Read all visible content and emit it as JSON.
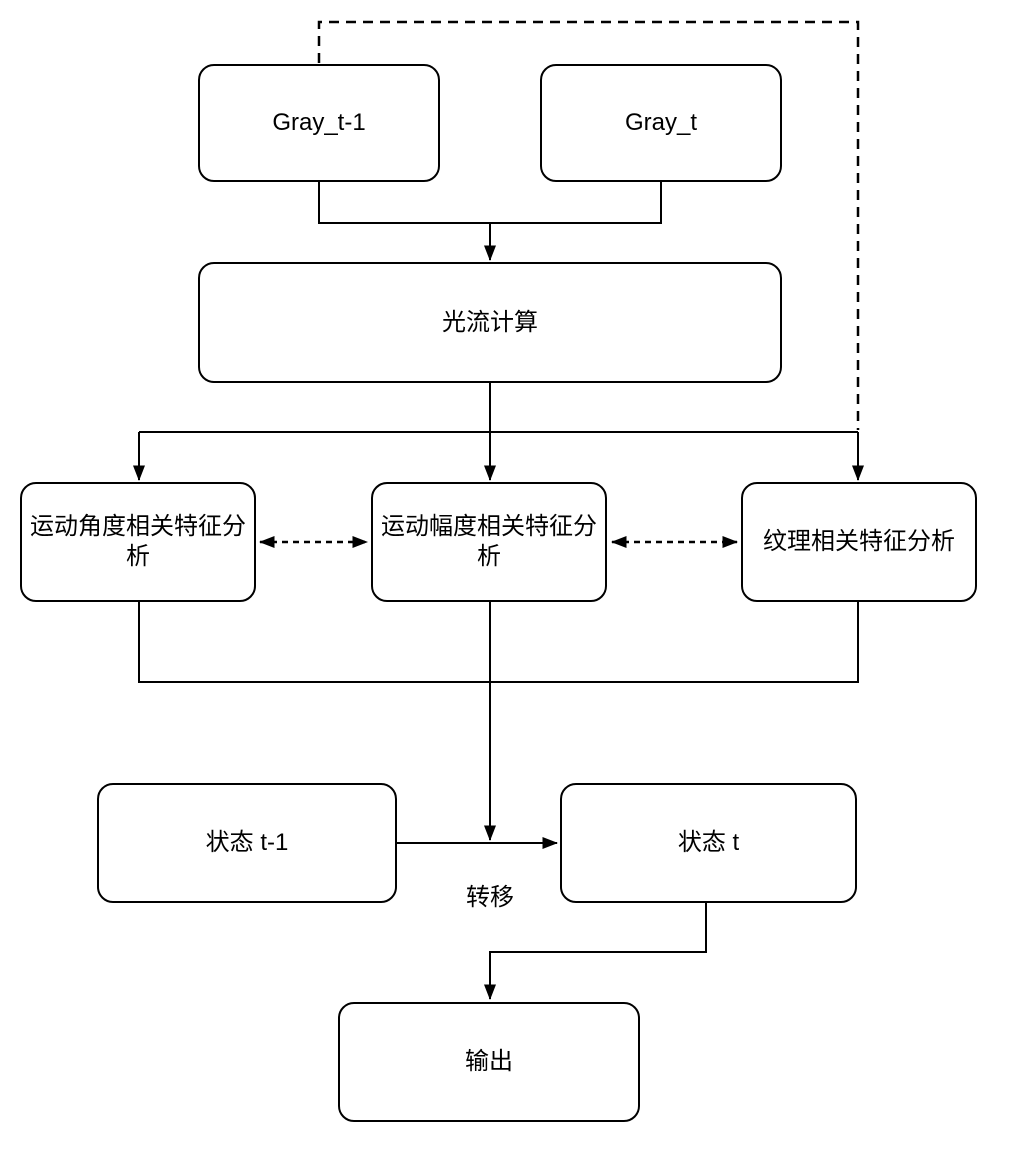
{
  "diagram": {
    "title": "video motion feature state-transition flowchart",
    "colors": {
      "stroke": "#000000",
      "node_fill": "#ffffff",
      "background": "#ffffff",
      "text": "#000000"
    },
    "nodes": {
      "gray_t1": {
        "label": "Gray_t-1"
      },
      "gray_t": {
        "label": "Gray_t"
      },
      "optical_flow": {
        "label": "光流计算"
      },
      "angle": {
        "label": "运动角度相关特征分析"
      },
      "magnitude": {
        "label": "运动幅度相关特征分析"
      },
      "texture": {
        "label": "纹理相关特征分析"
      },
      "state_t1": {
        "label": "状态 t-1"
      },
      "state_t": {
        "label": "状态 t"
      },
      "output": {
        "label": "输出"
      }
    },
    "edge_labels": {
      "transfer": "转移"
    },
    "edges": [
      {
        "from": "gray_t1",
        "to": "optical_flow",
        "style": "solid-arrow"
      },
      {
        "from": "gray_t",
        "to": "optical_flow",
        "style": "solid-arrow"
      },
      {
        "from": "optical_flow",
        "to": "angle",
        "style": "solid-arrow"
      },
      {
        "from": "optical_flow",
        "to": "magnitude",
        "style": "solid-arrow"
      },
      {
        "from": "optical_flow",
        "to": "texture",
        "style": "solid-arrow"
      },
      {
        "from": "gray_t1",
        "to": "texture",
        "style": "dashed"
      },
      {
        "from": "angle",
        "to": "magnitude",
        "style": "dashed-bidirectional-arrow"
      },
      {
        "from": "magnitude",
        "to": "texture",
        "style": "dashed-bidirectional-arrow"
      },
      {
        "from": "angle,magnitude,texture",
        "to": "state_t",
        "style": "solid-arrow"
      },
      {
        "from": "state_t1",
        "to": "state_t",
        "style": "solid-arrow",
        "label": "转移"
      },
      {
        "from": "state_t",
        "to": "output",
        "style": "solid-arrow"
      }
    ]
  }
}
